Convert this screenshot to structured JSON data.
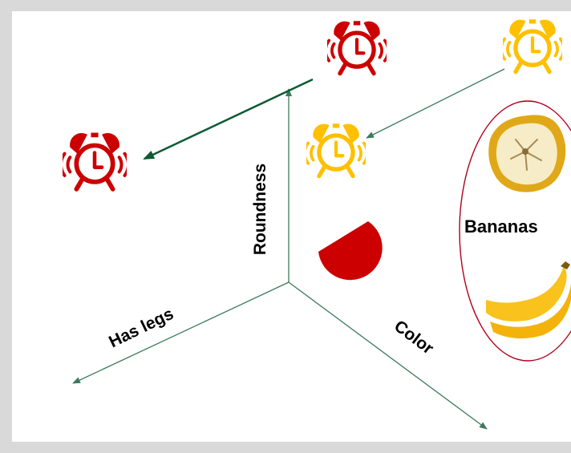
{
  "axes": {
    "vertical_label": "Roundness",
    "left_label": "Has legs",
    "right_label": "Color"
  },
  "group": {
    "label": "Bananas"
  },
  "colors": {
    "axis": "#3c7a5c",
    "red_arrow": "#0b5a32",
    "alarm_red": "#cc0000",
    "alarm_yellow": "#ffc000",
    "banana_yellow": "#f9c21c",
    "ellipse": "#b0001b",
    "semicircle": "#cc0000",
    "background": "#d9d9d9"
  },
  "icons": [
    "red-alarm-clock-icon",
    "yellow-alarm-clock-icon",
    "red-semicircle-shape",
    "banana-slice-image",
    "banana-bunch-image"
  ]
}
